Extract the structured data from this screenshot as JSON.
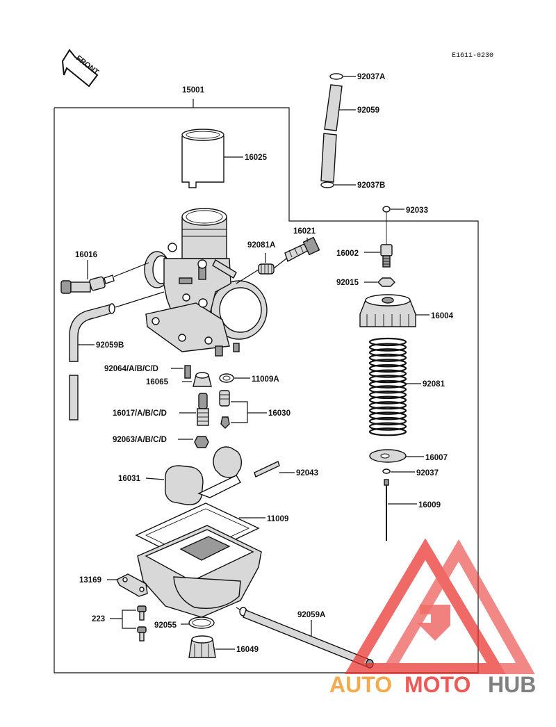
{
  "diagram": {
    "code": "E1611-0230",
    "front_label": "FRONT",
    "assembly_number": "15001",
    "parts": {
      "p92037A": "92037A",
      "p92059": "92059",
      "p92037B": "92037B",
      "p16025": "16025",
      "p92033": "92033",
      "p16021": "16021",
      "p92081A": "92081A",
      "p16002": "16002",
      "p16016": "16016",
      "p92015": "92015",
      "p16004": "16004",
      "p92059B": "92059B",
      "p92064": "92064/A/B/C/D",
      "p11009A": "11009A",
      "p16065": "16065",
      "p92081": "92081",
      "p16017": "16017/A/B/C/D",
      "p16030": "16030",
      "p92063": "92063/A/B/C/D",
      "p16007": "16007",
      "p92037": "92037",
      "p92043": "92043",
      "p16031": "16031",
      "p16009": "16009",
      "p11009": "11009",
      "p13169": "13169",
      "p223": "223",
      "p92059A": "92059A",
      "p92055": "92055",
      "p16049": "16049"
    }
  },
  "watermark": {
    "part1": "AUTO",
    "part2": "MOTO",
    "part3": "HUB",
    "color_main": "#e9322d",
    "color_dark": "#6b6b6b"
  }
}
